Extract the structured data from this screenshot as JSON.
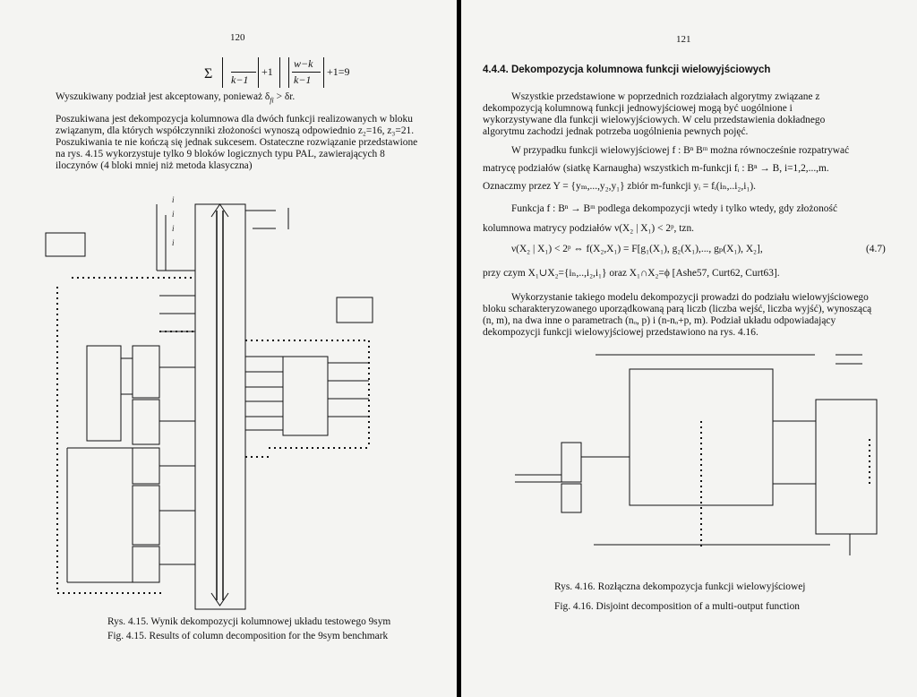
{
  "left_page": {
    "page_number": "120",
    "formula": {
      "sigma": "Σ",
      "frac1_den": "k−1",
      "plus1": "+1",
      "frac2_num": "w−k",
      "frac2_den": "k−1",
      "result": "+1=9"
    },
    "sentence1": "Wyszukiwany podział jest akceptowany, ponieważ δ",
    "sentence1_sub": "fi",
    "sentence1_end": " > δr.",
    "paragraph1": [
      "Poszukiwana jest dekompozycja kolumnowa dla dwóch funkcji realizowanych w bloku",
      "związanym, dla których współczynniki złożoności wynoszą odpowiednio z₂=16, z₃=21.",
      "Poszukiwania te nie kończą się jednak sukcesem. Ostateczne rozwiązanie przedstawione",
      "na rys. 4.15 wykorzystuje tylko 9 bloków logicznych typu PAL, zawierających 8",
      "iloczynów (4 bloki mniej niż metoda klasyczna)"
    ],
    "diagram_labels": [
      "i",
      "i",
      "i",
      "i"
    ],
    "caption_pl": "Rys. 4.15. Wynik dekompozycji kolumnowej układu testowego 9sym",
    "caption_en": "Fig. 4.15. Results of column decomposition for the 9sym benchmark"
  },
  "right_page": {
    "page_number": "121",
    "section_heading": "4.4.4. Dekompozycja kolumnowa funkcji wielowyjściowych",
    "paragraph1": [
      "Wszystkie przedstawione w poprzednich rozdziałach algorytmy związane z",
      "dekompozycją kolumnową funkcji jednowyjściowej mogą być uogólnione i",
      "wykorzystywane dla funkcji wielowyjściowych. W celu przedstawienia dokładnego",
      "algorytmu zachodzi jednak potrzeba uogólnienia pewnych pojęć."
    ],
    "paragraph2": [
      "W przypadku funkcji wielowyjściowej f : Bⁿ      Bᵐ można równocześnie rozpatrywać",
      "matrycę podziałów (siatkę Karnaugha) wszystkich m-funkcji  fᵢ : Bⁿ → B,  i=1,2,...,m.",
      "Oznaczmy przez Y = {yₘ,...,y₂,y₁} zbiór m-funkcji yᵢ = fᵢ(iₙ,..i₂,i₁)."
    ],
    "paragraph3": [
      "Funkcja  f : Bⁿ → Bᵐ  podlega dekompozycji wtedy i tylko wtedy, gdy złożoność",
      "kolumnowa matrycy podziałów ν(X₂ | X₁) < 2ᵖ, tzn."
    ],
    "equation": "ν(X₂ | X₁) < 2ᵖ ⇔ f(X₂,X₁) = F[g₁(X₁), g₂(X₁),..., gₚ(X₁), X₂],",
    "equation_number": "(4.7)",
    "where_line": "przy czym  X₁∪X₂={iₙ,..,i₂,i₁} oraz X₁∩X₂=ϕ [Ashe57, Curt62, Curt63].",
    "paragraph4": [
      "Wykorzystanie takiego modelu dekompozycji prowadzi do podziału wielowyjściowego",
      "bloku scharakteryzowanego uporządkowaną parą liczb (liczba wejść, liczba wyjść), wynoszącą",
      "(n, m), na dwa inne o parametrach (nₒ, p) i (n-nₒ+p, m). Podział układu odpowiadający",
      "dekompozycji funkcji wielowyjściowej przedstawiono na rys. 4.16."
    ],
    "caption_pl": "Rys. 4.16. Rozłączna dekompozycja funkcji wielowyjściowej",
    "caption_en": "Fig. 4.16. Disjoint decomposition of a multi-output function"
  }
}
